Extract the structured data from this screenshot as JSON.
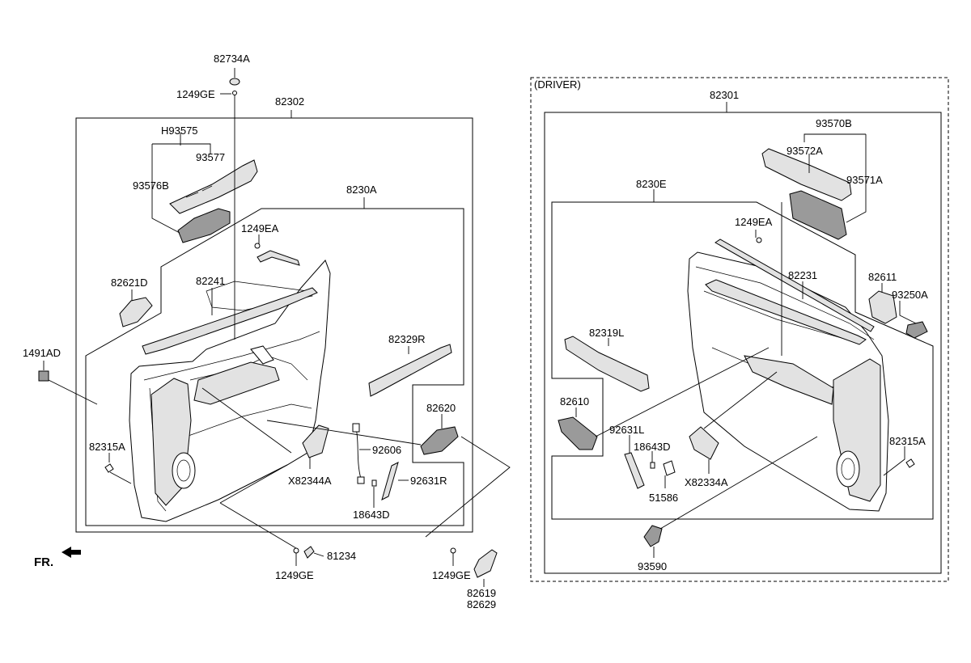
{
  "diagram": {
    "driver_label": "(DRIVER)",
    "direction_label": "FR.",
    "labels": {
      "p82734A": "82734A",
      "p1249GE_top": "1249GE",
      "p82302": "82302",
      "pH93575": "H93575",
      "p93577": "93577",
      "p93576B": "93576B",
      "p8230A": "8230A",
      "p1249EA_left": "1249EA",
      "p82621D": "82621D",
      "p82241": "82241",
      "p1491AD": "1491AD",
      "p82329R": "82329R",
      "p82620": "82620",
      "p82315A_left": "82315A",
      "p92606": "92606",
      "pX82344A": "X82344A",
      "p92631R": "92631R",
      "p18643D_left": "18643D",
      "p81234": "81234",
      "p1249GE_bl": "1249GE",
      "p1249GE_br": "1249GE",
      "p82619": "82619",
      "p82629": "82629",
      "p82301": "82301",
      "p93570B": "93570B",
      "p93572A": "93572A",
      "p93571A": "93571A",
      "p8230E": "8230E",
      "p1249EA_right": "1249EA",
      "p82231": "82231",
      "p82611": "82611",
      "p93250A": "93250A",
      "p82319L": "82319L",
      "p82610": "82610",
      "p92631L": "92631L",
      "p18643D_right": "18643D",
      "p51586": "51586",
      "pX82334A": "X82334A",
      "p82315A_right": "82315A",
      "p93590": "93590"
    }
  }
}
